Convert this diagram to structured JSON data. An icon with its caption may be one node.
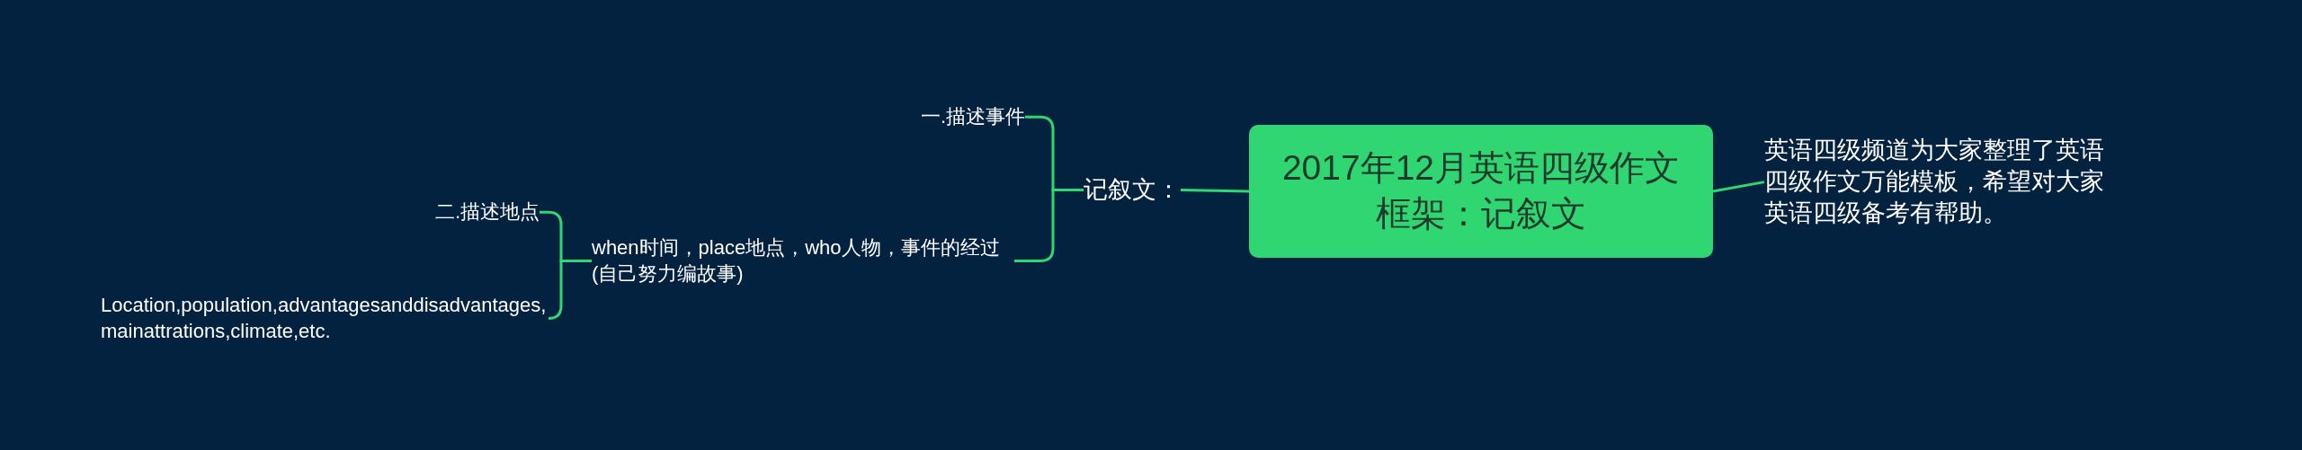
{
  "diagram": {
    "nodes": [
      {
        "text": [
          "2017年12月英语四级作文框架：记叙文"
        ]
      },
      {
        "text": [
          "英语四级频道为大家整理了英语四级作文万能模板，希望对大家英语四级备考有帮助。"
        ]
      },
      {
        "text": [
          "记叙文："
        ]
      },
      {
        "text": [
          "一.描述事件"
        ]
      },
      {
        "text": [
          "when时间，place地点，who人物，事件的经过(自己努力编故事)"
        ]
      },
      {
        "text": [
          "二.描述地点"
        ]
      },
      {
        "text": [
          "Location,population,advantagesanddisadvantages,mainattrations,climate,etc."
        ]
      }
    ],
    "edges": [
      {
        "from": 0,
        "to": 1,
        "arrow": "none"
      },
      {
        "from": 0,
        "to": 2,
        "arrow": "none"
      },
      {
        "from": 2,
        "to": 3,
        "arrow": "none"
      },
      {
        "from": 2,
        "to": 4,
        "arrow": "none"
      },
      {
        "from": 4,
        "to": 5,
        "arrow": "none"
      },
      {
        "from": 4,
        "to": 6,
        "arrow": "none"
      }
    ]
  }
}
